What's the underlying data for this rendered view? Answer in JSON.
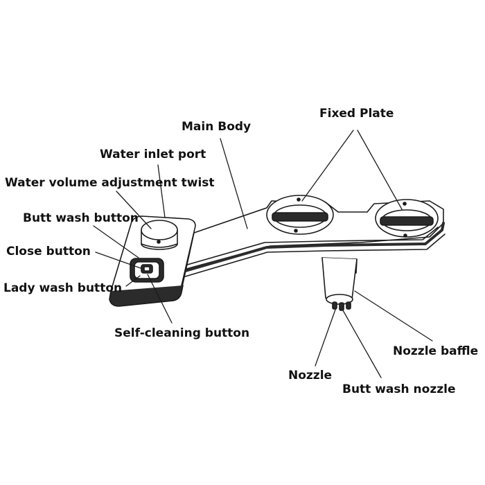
{
  "labels": {
    "fixed_plate": "Fixed Plate",
    "main_body": "Main Body",
    "water_inlet_port": "Water inlet port",
    "water_volume_adjustment_twist": "Water volume adjustment twist",
    "butt_wash_button": "Butt wash button",
    "close_button": "Close button",
    "lady_wash_button": "Lady wash button",
    "self_cleaning_button": "Self-cleaning button",
    "nozzle_baffle": "Nozzle baffle",
    "nozzle": "Nozzle",
    "butt_wash_nozzle": "Butt wash nozzle"
  },
  "colors": {
    "line": "#1a1a1a",
    "body_dark": "#2b2b2b",
    "background": "#ffffff"
  }
}
